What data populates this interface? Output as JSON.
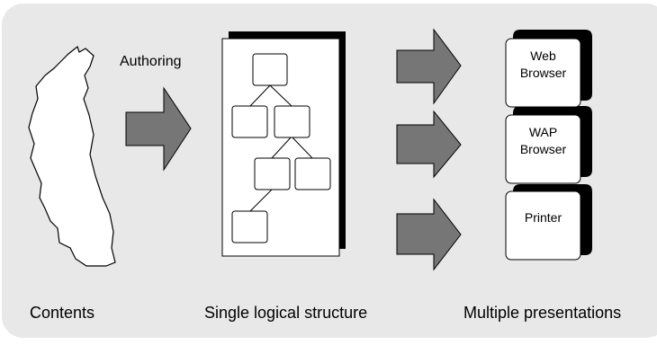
{
  "labels": {
    "authoring": "Authoring",
    "contents": "Contents",
    "structure": "Single logical structure",
    "presentations": "Multiple presentations"
  },
  "outputs": [
    {
      "line1": "Web",
      "line2": "Browser"
    },
    {
      "line1": "WAP",
      "line2": "Browser"
    },
    {
      "line1": "Printer",
      "line2": ""
    }
  ],
  "colors": {
    "panel": "#e8e8e8",
    "arrow_fill": "#767676",
    "shadow": "#000000",
    "box_fill": "#ffffff"
  }
}
